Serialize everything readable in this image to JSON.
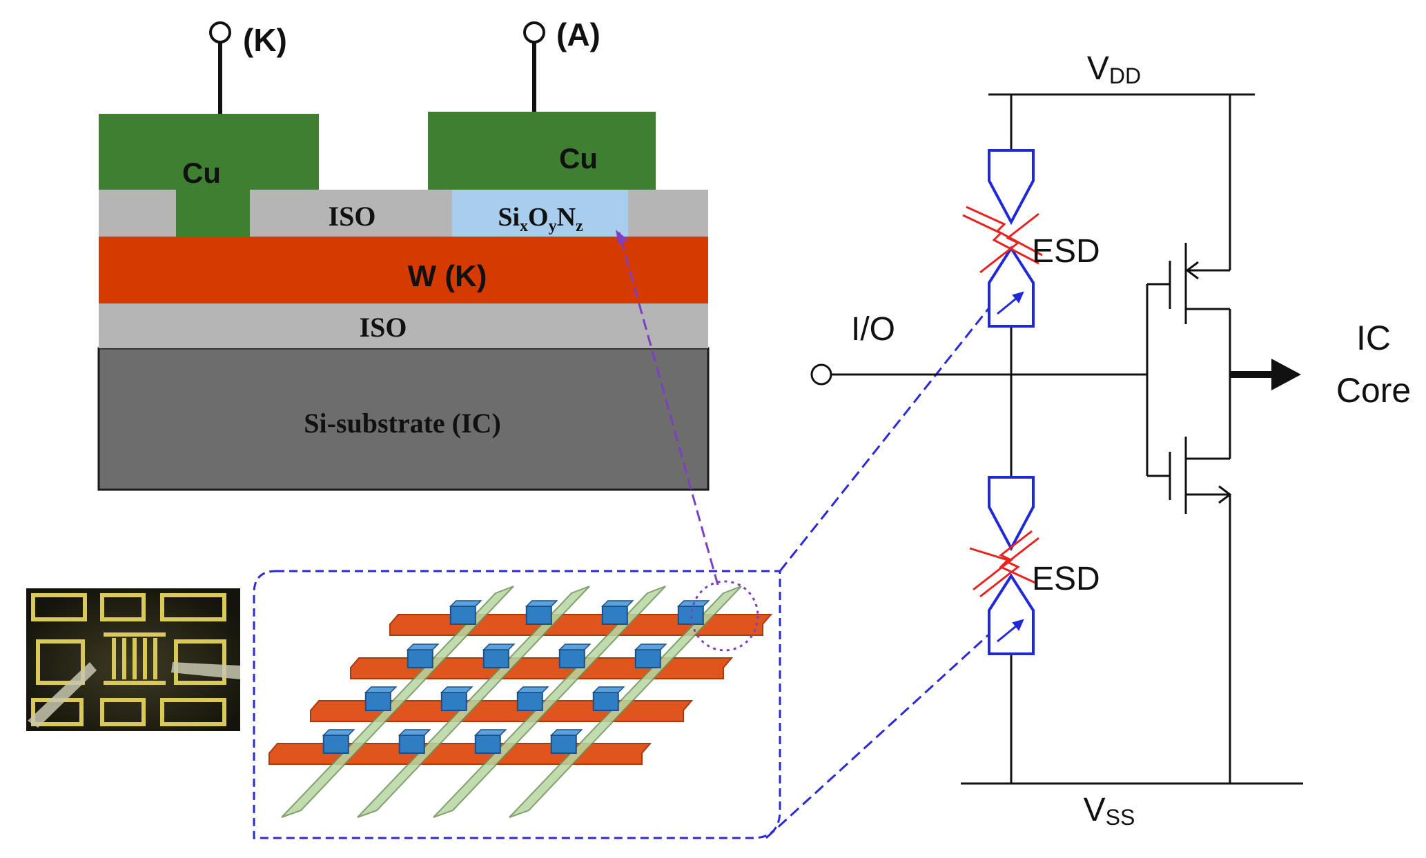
{
  "terminals": {
    "cathode": "(K)",
    "anode": "(A)"
  },
  "stack": {
    "cu_left": "Cu",
    "cu_right": "Cu",
    "iso_top": "ISO",
    "oxynitride": {
      "base1": "Si",
      "sub1": "x",
      "base2": "O",
      "sub2": "y",
      "base3": "N",
      "sub3": "z"
    },
    "tungsten": "W (K)",
    "iso_bottom": "ISO",
    "substrate": "Si-substrate (IC)"
  },
  "circuit": {
    "vdd": {
      "base": "V",
      "sub": "DD"
    },
    "vss": {
      "base": "V",
      "sub": "SS"
    },
    "io": "I/O",
    "esd_top": "ESD",
    "esd_bottom": "ESD",
    "ic_core_line1": "IC",
    "ic_core_line2": "Core"
  },
  "colors": {
    "copper": "#3f7f32",
    "iso": "#b5b5b5",
    "oxynitride": "#a9cdec",
    "tungsten": "#d53a00",
    "substrate": "#6d6d6d",
    "esd_outline": "#1f2ad6",
    "spark": "#e8221d",
    "leader_purple": "#7a3fc4",
    "leader_blue": "#2a2ad6",
    "crossbar_red": "#e0541d",
    "crossbar_green": "#b7d8a2",
    "crossbar_cell": "#2f7ec4"
  }
}
